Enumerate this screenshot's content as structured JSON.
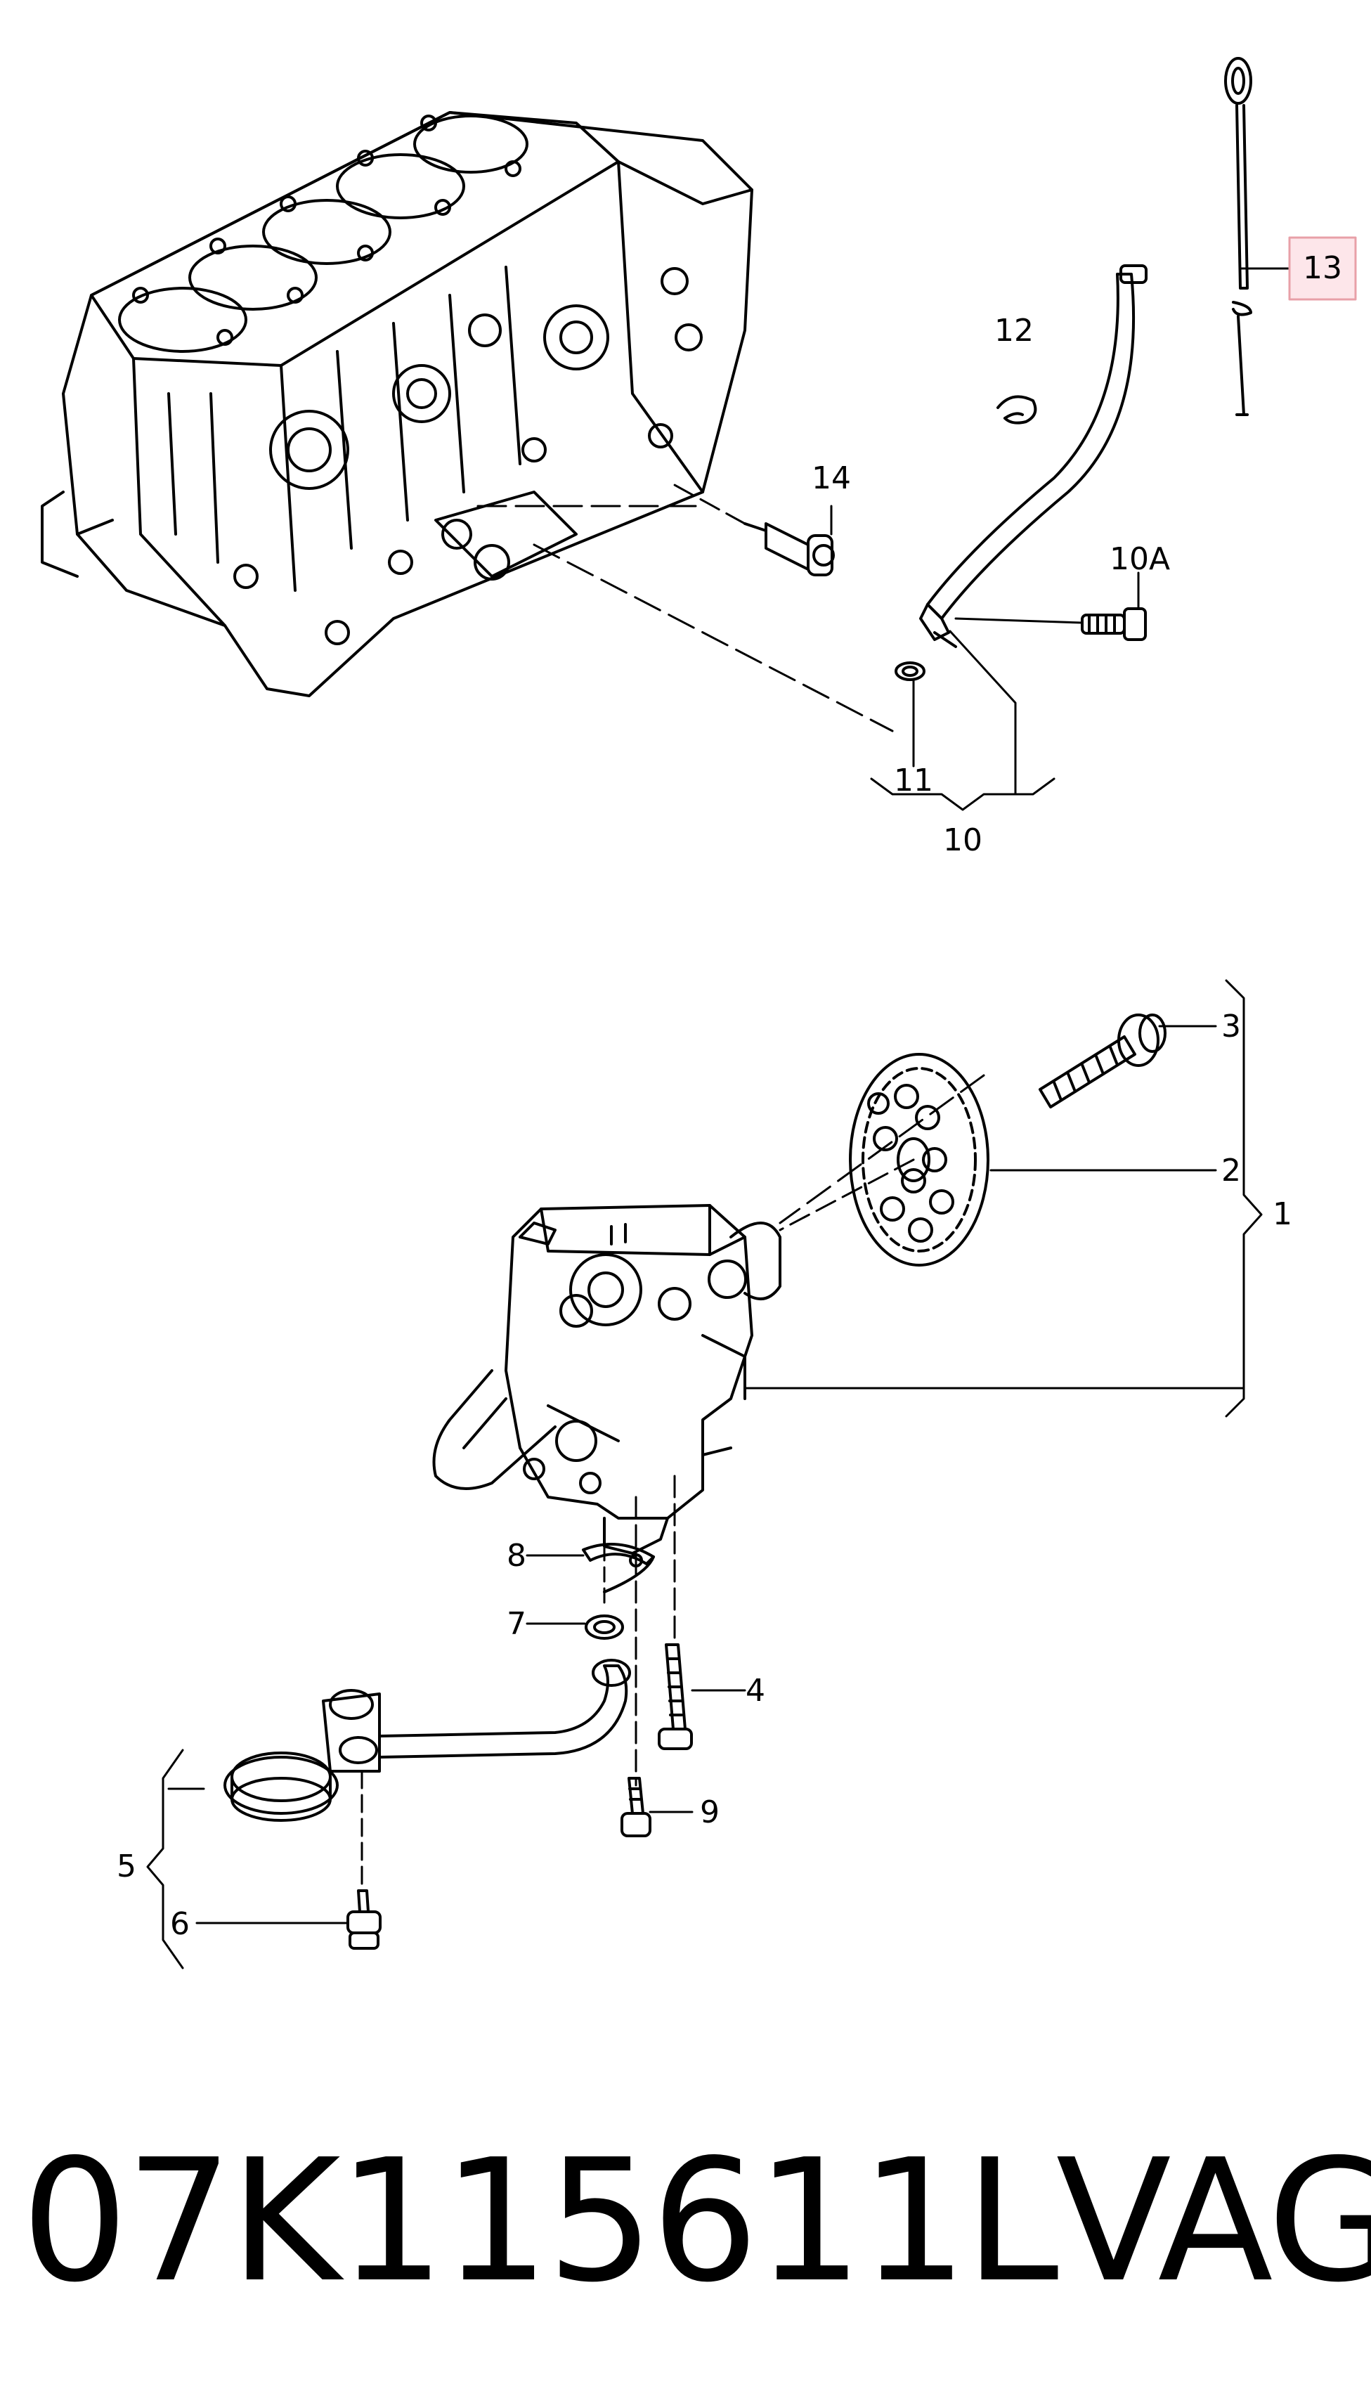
{
  "callouts": {
    "c1": "1",
    "c2": "2",
    "c3": "3",
    "c4": "4",
    "c5": "5",
    "c6": "6",
    "c7": "7",
    "c8": "8",
    "c9": "9",
    "c10": "10",
    "c10a": "10A",
    "c11": "11",
    "c12": "12",
    "c13": "13",
    "c14": "14"
  },
  "highlight_color": "#e8a0a8",
  "footer": {
    "part_number": "07K115611L",
    "brand": "VAG"
  }
}
